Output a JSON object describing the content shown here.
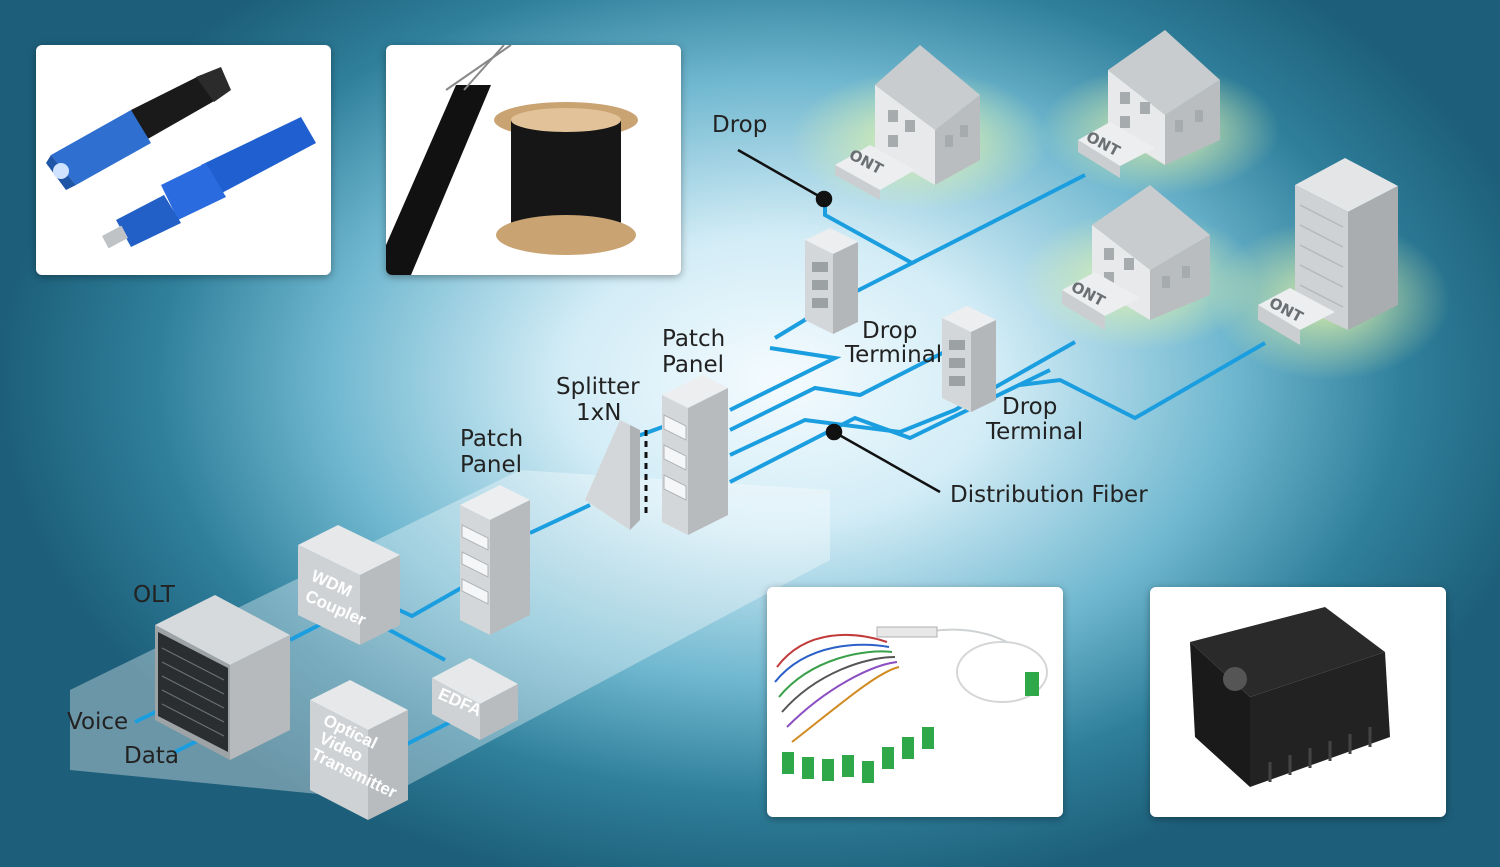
{
  "labels": {
    "drop": "Drop",
    "patch_panel_left": [
      "Patch",
      "Panel"
    ],
    "patch_panel_right": [
      "Patch",
      "Panel"
    ],
    "splitter": [
      "Splitter",
      "1xN"
    ],
    "drop_terminal_1": [
      "Drop",
      "Terminal"
    ],
    "drop_terminal_2": [
      "Drop",
      "Terminal"
    ],
    "distribution_fiber": "Distribution Fiber",
    "olt": "OLT",
    "voice": "Voice",
    "data": "Data",
    "wdm": [
      "WDM",
      "Coupler"
    ],
    "edfa": "EDFA",
    "optical_video": [
      "Optical",
      "Video",
      "Transmitter"
    ],
    "ont": "ONT"
  },
  "colors": {
    "fiber": "#1b9ee0",
    "equipment": "#d9dcde",
    "label_text": "#222222"
  },
  "photos": [
    {
      "name": "fast-connector-photo"
    },
    {
      "name": "drop-cable-spool-photo"
    },
    {
      "name": "plc-splitter-photo"
    },
    {
      "name": "distribution-box-photo"
    }
  ]
}
